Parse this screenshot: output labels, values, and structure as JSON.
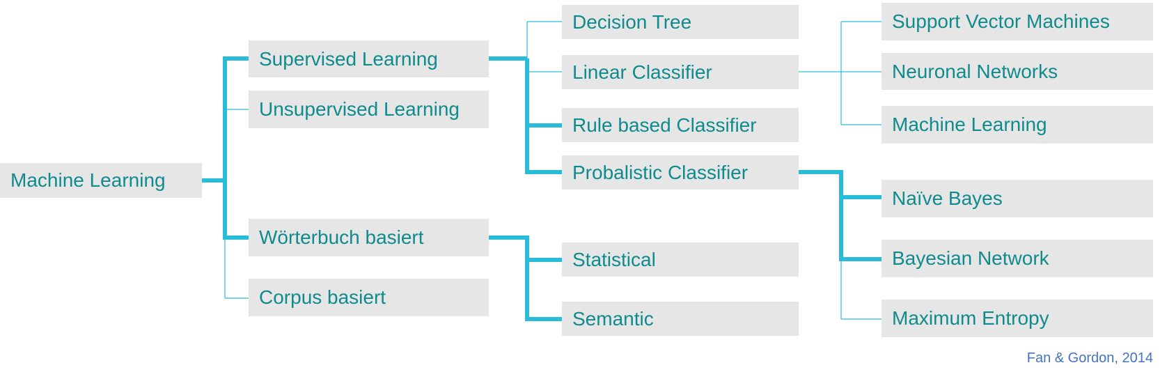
{
  "colors": {
    "box_background": "#e6e6e6",
    "box_text": "#0f8b8d",
    "connector": "#29bcd8",
    "citation": "#4472c4"
  },
  "nodes": {
    "root": "Machine Learning",
    "supervised": "Supervised Learning",
    "unsupervised": "Unsupervised Learning",
    "woerterbuch": "Wörterbuch basiert",
    "corpus": "Corpus basiert",
    "decision_tree": "Decision Tree",
    "linear": "Linear Classifier",
    "rule_based": "Rule based Classifier",
    "probabilistic": "Probalistic Classifier",
    "statistical": "Statistical",
    "semantic": "Semantic",
    "svm": "Support Vector Machines",
    "neural": "Neuronal Networks",
    "ml_leaf": "Machine Learning",
    "naive_bayes": "Naïve Bayes",
    "bayesian": "Bayesian Network",
    "max_entropy": "Maximum Entropy"
  },
  "citation": "Fan & Gordon, 2014"
}
